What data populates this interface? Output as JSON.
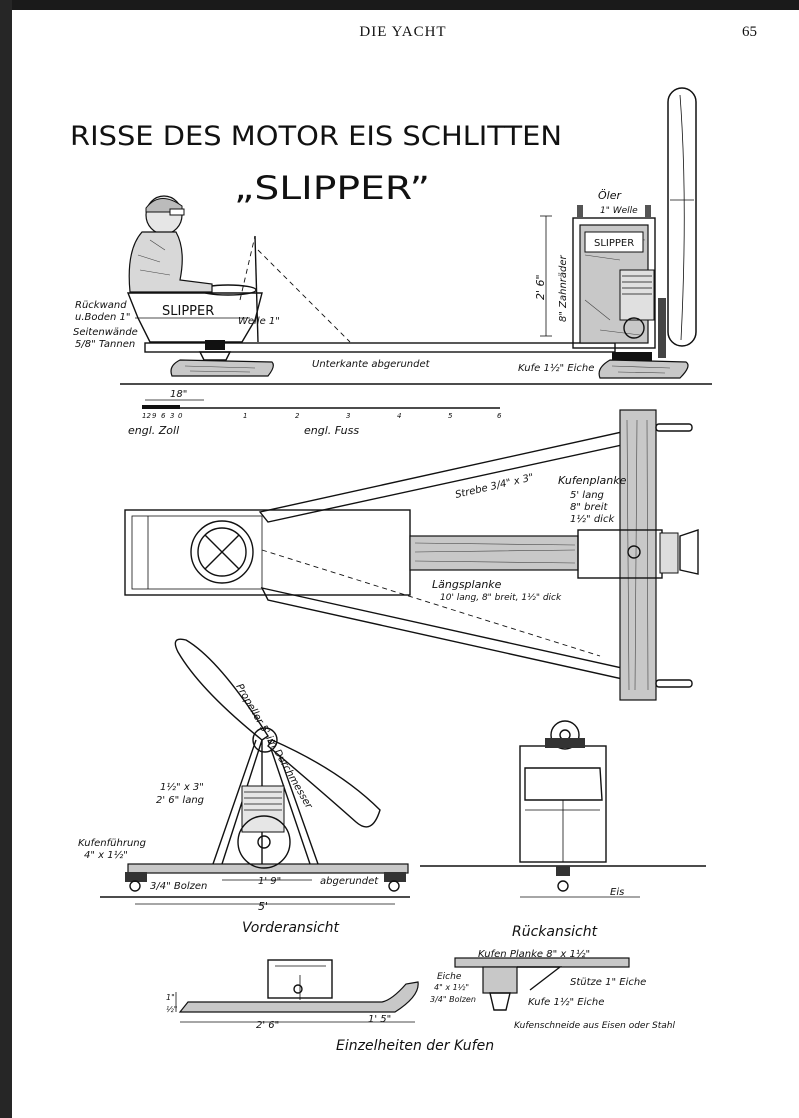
{
  "header": {
    "running_title": "DIE YACHT",
    "page_number": "65"
  },
  "title": {
    "line1": "RISSE DES MOTOR EIS SCHLITTEN",
    "line2": "„SLIPPER”"
  },
  "side_view": {
    "labels": {
      "oler": "Öler",
      "welle_top": "1\" Welle",
      "boat_name_sled": "SLIPPER",
      "boat_name_engine": "SLIPPER",
      "zahnrader": "8\" Zahnräder",
      "height": "2' 6\"",
      "ruckwand": "Rückwand",
      "boden": "u.Boden 1\"",
      "seitenwande": "Seitenwände",
      "tannen": "5/8\" Tannen",
      "welle": "Welle 1\"",
      "unterkante": "Unterkante abgerundet",
      "kufe": "Kufe 1½\" Eiche",
      "length_18": "18\""
    },
    "scale": {
      "zoll_ticks": [
        "12",
        "9",
        "6",
        "3",
        "0"
      ],
      "fuss_ticks": [
        "1",
        "2",
        "3",
        "4",
        "5",
        "6"
      ],
      "zoll_label": "engl. Zoll",
      "fuss_label": "engl. Fuss"
    }
  },
  "top_view": {
    "labels": {
      "strebe": "Strebe 3/4\" x 3\"",
      "kufenplanke": "Kufenplanke",
      "kufenplanke_dims": [
        "5' lang",
        "8\" breit",
        "1½\" dick"
      ],
      "langsplanke": "Längsplanke",
      "langsplanke_dims": "10' lang, 8\" breit, 1½\" dick"
    }
  },
  "front_view": {
    "caption": "Vorderansicht",
    "labels": {
      "propeller": "Propeller 5' im Durchmesser",
      "strut": "1½\" x 3\"",
      "strut_len": "2' 6\" lang",
      "kufenfuhrung": "Kufenführung",
      "kufenfuhrung_dims": "4\" x 1½\"",
      "bolzen": "3/4\" Bolzen",
      "dim_19": "1' 9\"",
      "abgerundet": "abgerundet",
      "dim_5": "5'"
    }
  },
  "rear_view": {
    "caption": "Rückansicht",
    "labels": {
      "eis": "Eis"
    }
  },
  "runner_details": {
    "caption": "Einzelheiten der Kufen",
    "labels": {
      "planke": "Kufen Planke 8\" x 1½\"",
      "eiche": "Eiche",
      "eiche_dims": "4\" x 1½\"",
      "bolzen": "3/4\" Bolzen",
      "stutze": "Stütze 1\" Eiche",
      "kufe": "Kufe 1½\" Eiche",
      "schneide": "Kufenschneide aus Eisen oder Stahl",
      "dim_26": "2' 6\"",
      "dim_15": "1' 5\"",
      "dim_1": "1\"",
      "dim_half": "½\""
    }
  },
  "colors": {
    "paper": "#ffffff",
    "ink": "#111111",
    "border": "#262626"
  }
}
